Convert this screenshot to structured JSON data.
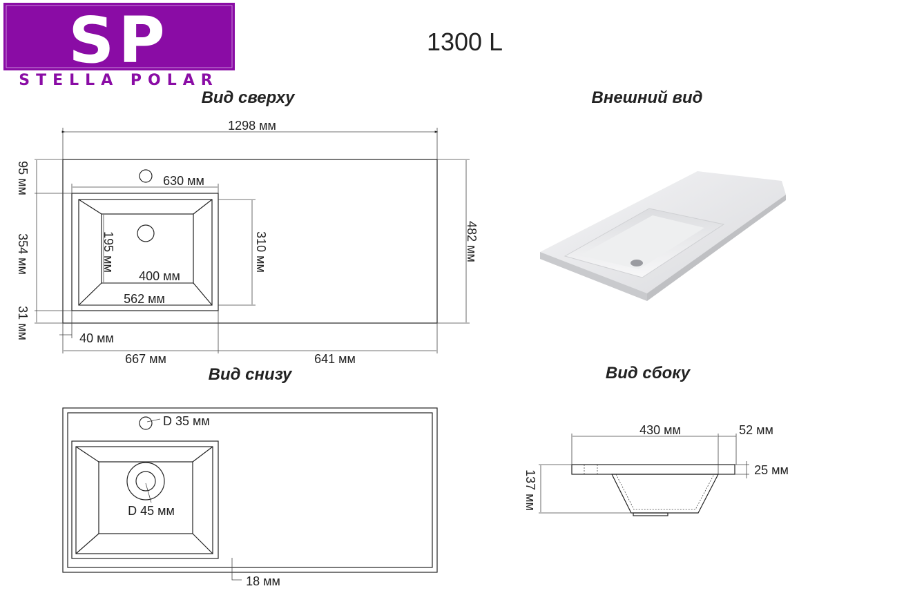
{
  "logo": {
    "mark": "SP",
    "name": "STELLA POLAR",
    "color": "#8a0ca5"
  },
  "model": "1300 L",
  "top_view": {
    "title": "Вид сверху",
    "overall_width": "1298 мм",
    "overall_depth": "482 мм",
    "basin_width": "630 мм",
    "basin_depth": "310 мм",
    "bowl_depth": "195 мм",
    "bowl_width": "400 мм",
    "basin_inner_width": "562 мм",
    "back_margin": "95 мм",
    "basin_span": "354 мм",
    "front_margin": "31 мм",
    "side_margin": "40 мм",
    "left_part": "667 мм",
    "right_part": "641 мм"
  },
  "exterior_view": {
    "title": "Внешний вид"
  },
  "bottom_view": {
    "title": "Вид снизу",
    "tap_hole": "D 35 мм",
    "drain_hole": "D 45 мм",
    "rim": "18 мм"
  },
  "side_view": {
    "title": "Вид сбоку",
    "bowl_width": "430 мм",
    "edge": "52 мм",
    "thickness": "25 мм",
    "height": "137 мм"
  }
}
